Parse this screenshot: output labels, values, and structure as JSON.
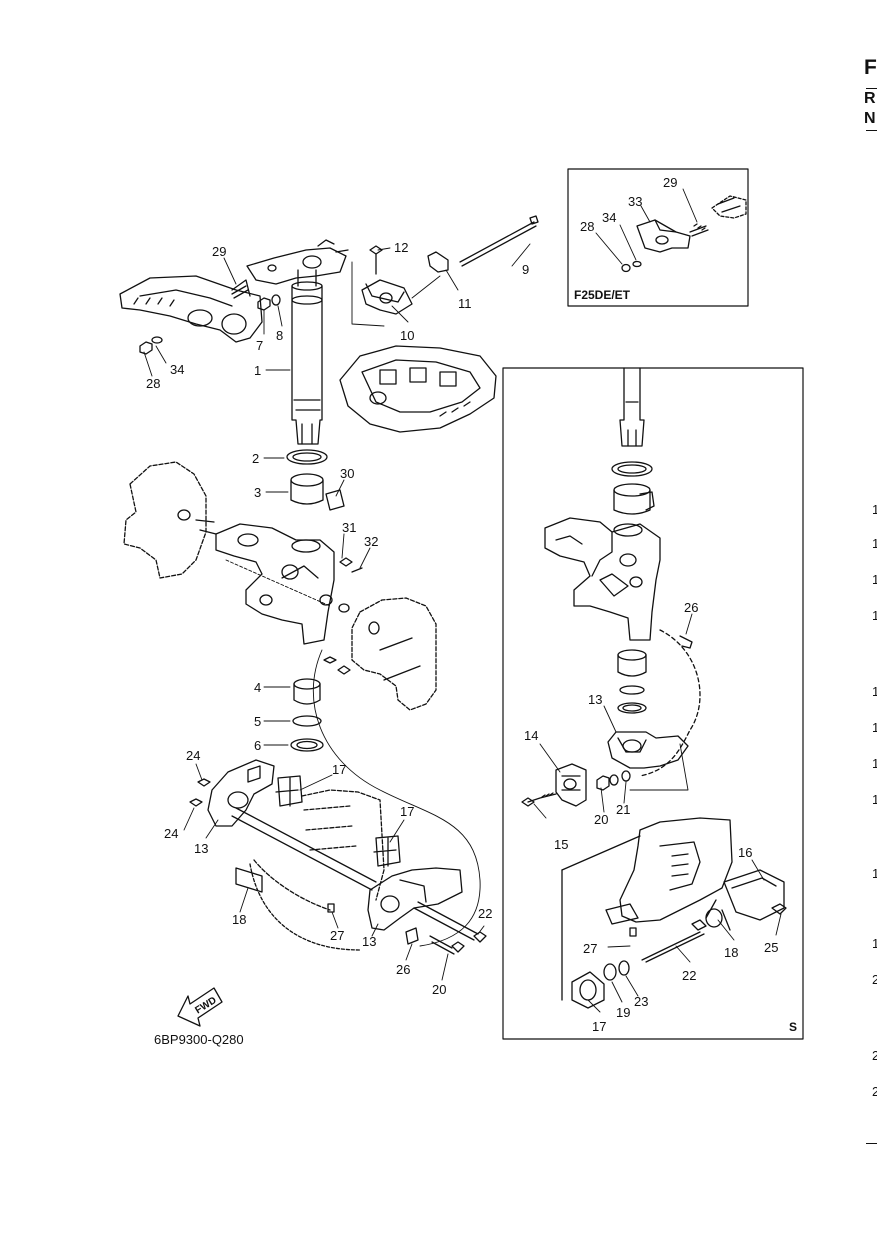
{
  "diagram": {
    "reference_code": "6BP9300-Q280",
    "inset_model_label": "F25DE/ET",
    "section_marker": "S",
    "fwd_label": "FWD",
    "callouts_main": [
      "29",
      "12",
      "9",
      "11",
      "10",
      "8",
      "7",
      "34",
      "28",
      "1",
      "2",
      "30",
      "3",
      "31",
      "32",
      "4",
      "5",
      "6",
      "24",
      "17",
      "24",
      "13",
      "17",
      "18",
      "27",
      "13",
      "26",
      "22",
      "20"
    ],
    "callouts_inset_top": [
      "29",
      "33",
      "34",
      "28"
    ],
    "callouts_inset_right": [
      "26",
      "13",
      "14",
      "15",
      "20",
      "21",
      "16",
      "18",
      "25",
      "27",
      "22",
      "17",
      "19",
      "23"
    ]
  },
  "right_edge": {
    "header_letters": [
      "F",
      "R",
      "N"
    ],
    "row_numbers": [
      "1",
      "1",
      "1",
      "1",
      "1",
      "1",
      "1",
      "1",
      "1",
      "1",
      "2",
      "2",
      "2"
    ]
  },
  "colors": {
    "line": "#111111",
    "background": "#ffffff"
  }
}
